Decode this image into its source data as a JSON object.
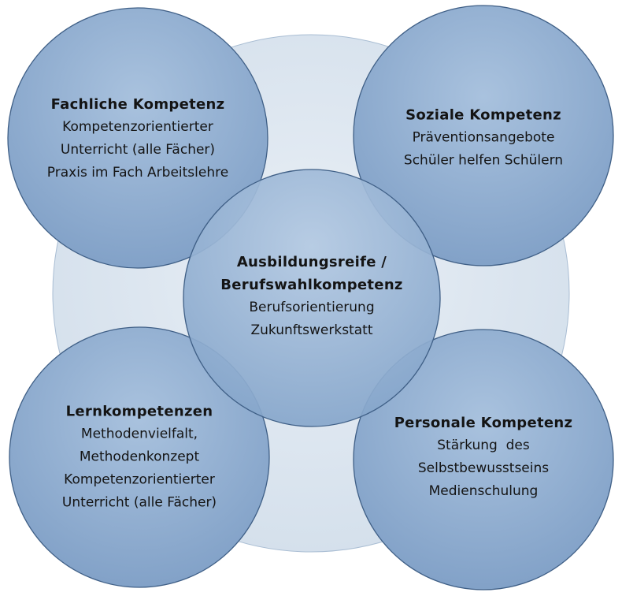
{
  "colors": {
    "background_circle": "#dbe5ef",
    "circle_fill": "#8fadcf",
    "circle_stroke": "#3f5f86",
    "text": "#141414"
  },
  "circles": {
    "top_left": {
      "title": "Fachliche Kompetenz",
      "lines": [
        "Kompetenzorientierter",
        "Unterricht (alle Fächer)",
        "Praxis im Fach Arbeitslehre"
      ]
    },
    "top_right": {
      "title": "Soziale Kompetenz",
      "lines": [
        "Präventionsangebote",
        "Schüler helfen Schülern"
      ]
    },
    "center": {
      "title_lines": [
        "Ausbildungsreife /",
        "Berufswahlkompetenz"
      ],
      "lines": [
        "Berufsorientierung",
        "Zukunftswerkstatt"
      ]
    },
    "bottom_left": {
      "title": "Lernkompetenzen",
      "lines": [
        "Methodenvielfalt,",
        "Methodenkonzept",
        "Kompetenzorientierter",
        "Unterricht (alle Fächer)"
      ]
    },
    "bottom_right": {
      "title": "Personale Kompetenz",
      "lines": [
        "Stärkung  des",
        "Selbstbewusstseins",
        "Medienschulung"
      ]
    }
  }
}
